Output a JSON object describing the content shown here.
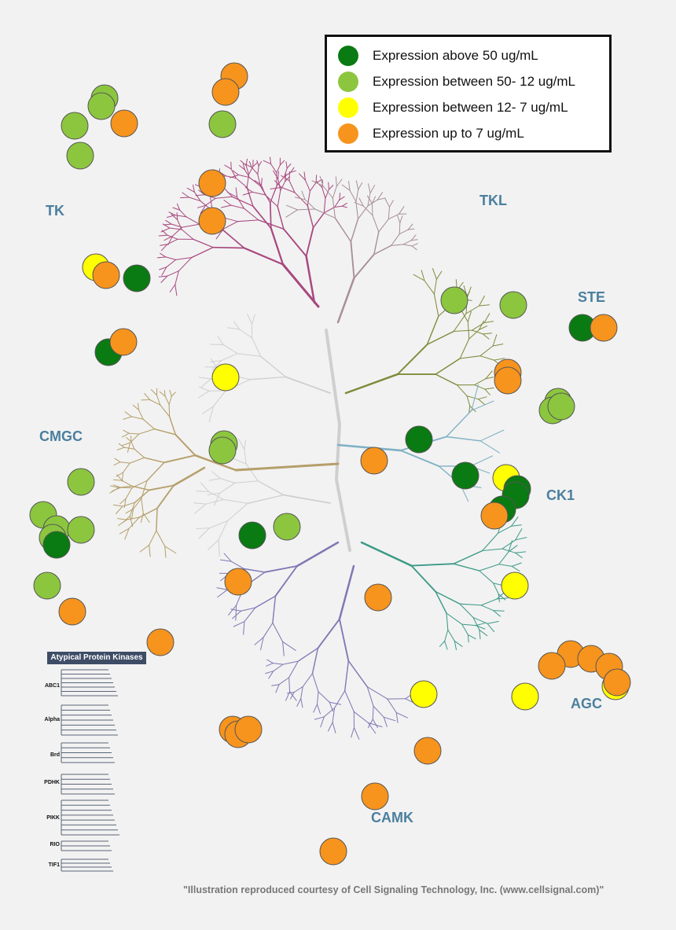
{
  "legend": {
    "items": [
      {
        "label": "Expression above 50 ug/mL",
        "color": "#0a7a12"
      },
      {
        "label": "Expression between 50- 12 ug/mL",
        "color": "#8cc63f"
      },
      {
        "label": "Expression between 12- 7 ug/mL",
        "color": "#ffff00"
      },
      {
        "label": "Expression up to 7 ug/mL",
        "color": "#f7941d"
      }
    ]
  },
  "families": {
    "tk": "TK",
    "tkl": "TKL",
    "ste": "STE",
    "cmgc": "CMGC",
    "ck1": "CK1",
    "agc": "AGC",
    "camk": "CAMK"
  },
  "branch_colors": {
    "tk": "#a8487f",
    "tkl": "#a88f98",
    "ste": "#7f8b3c",
    "cmgc": "#b59f6a",
    "ck1": "#7fb1c4",
    "agc": "#3c9a87",
    "camk": "#8078b4",
    "other": "#cfcfcf"
  },
  "atypical": {
    "title": "Atypical Protein Kinases",
    "groups": [
      "ABC1",
      "Alpha",
      "Brd",
      "PDHK",
      "PIKK",
      "RIO",
      "TIF1"
    ]
  },
  "credit": "\"Illustration reproduced courtesy of Cell Signaling Technology, Inc. (www.cellsignal.com)\"",
  "markers": {
    "level_colors": {
      "above50": "#0a7a12",
      "50to12": "#8cc63f",
      "12to7": "#ffff00",
      "upto7": "#f7941d"
    }
  }
}
